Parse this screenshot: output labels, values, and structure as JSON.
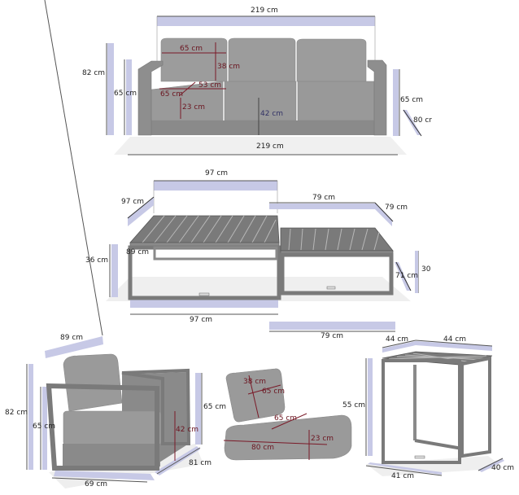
{
  "colors": {
    "dimension_band": "#c7c9e6",
    "dimension_line": "#555566",
    "furniture_gray": "#8e8e8e",
    "cushion_gray": "#9a9a9a",
    "frame_dark": "#6f6f6f",
    "shadow": "#ececec",
    "red_dimension": "#7a1a28",
    "text": "#222222"
  },
  "sofa": {
    "width_top": "219 cm",
    "width_bottom": "219 cm",
    "height_total": "82 cm",
    "height_arm_left": "65 cm",
    "height_arm_right": "65 cm",
    "depth": "80 cr",
    "back_cushion_width": "65 cm",
    "back_cushion_height": "38 cm",
    "seat_cushion_depth": "53 cm",
    "seat_cushion_width": "65 cm",
    "seat_cushion_height": "23 cm",
    "seat_height": "42 cm"
  },
  "tables": {
    "large_width_top": "97 cm",
    "large_depth": "97 cm",
    "large_height": "36 cm",
    "large_inner": "89 cm",
    "large_width_bottom": "97 cm",
    "small_width_top": "79 cm",
    "small_depth": "79 cm",
    "small_inner_depth": "71 cm",
    "small_height": "30",
    "small_width_bottom": "79 cm"
  },
  "armchair": {
    "width_top": "89 cm",
    "height_total": "82 cm",
    "height_arm_left": "65 cm",
    "height_arm_right": "65 cm",
    "seat_height": "42 cm",
    "depth": "81 cm",
    "width_bottom": "69 cm"
  },
  "cushions": {
    "back_height": "38 cm",
    "back_width": "65 cm",
    "seat_depth": "65 cm",
    "seat_width": "80 cm",
    "seat_height": "23 cm"
  },
  "side_table": {
    "width_left": "44 cm",
    "width_right": "44 cm",
    "height": "55 cm",
    "bottom_width": "41 cm",
    "bottom_depth": "40 cm"
  }
}
